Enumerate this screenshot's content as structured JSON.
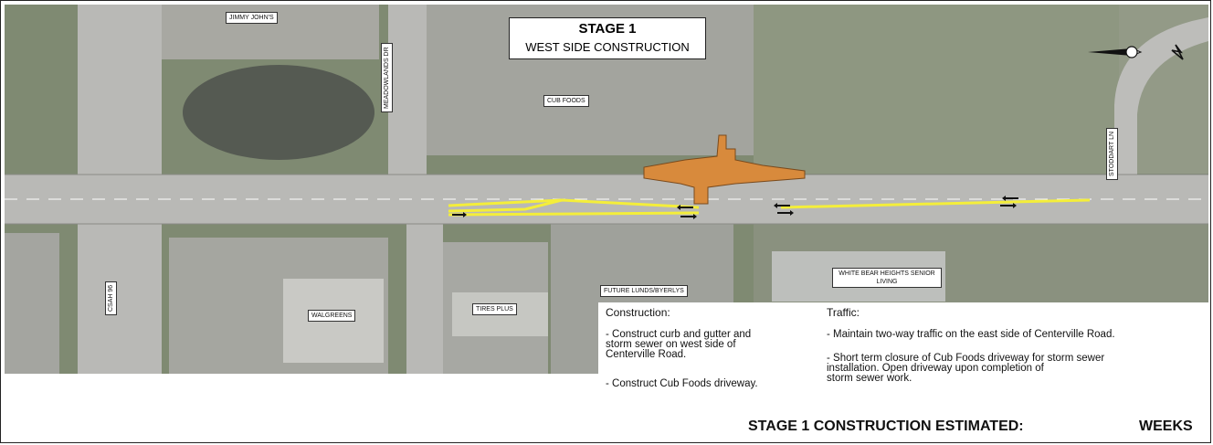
{
  "title": {
    "stage": "STAGE 1",
    "subtitle": "WEST SIDE CONSTRUCTION"
  },
  "map_labels": {
    "jimmy_johns": "JIMMY JOHN'S",
    "meadowlands_dr": "MEADOWLANDS DR",
    "cub_foods": "CUB FOODS",
    "csah_96": "CSAH 96",
    "walgreens": "WALGREENS",
    "tires_plus": "TIRES PLUS",
    "future_lunds": "FUTURE LUNDS/BYERLYS",
    "white_bear_heights": "WHITE BEAR HEIGHTS SENIOR LIVING",
    "stoddart_ln": "STODDART LN"
  },
  "notes": {
    "construction": {
      "heading": "Construction:",
      "items": [
        "- Construct curb and gutter and\n  storm sewer on west side of\n  Centerville Road.",
        "- Construct Cub Foods driveway."
      ]
    },
    "traffic": {
      "heading": "Traffic:",
      "items": [
        "- Maintain two-way traffic on the east side of Centerville Road.",
        "- Short term closure of Cub Foods driveway for storm sewer\n  installation. Open driveway upon completion of\n  storm sewer work."
      ]
    }
  },
  "footer": {
    "estimate_label": "STAGE 1 CONSTRUCTION ESTIMATED:",
    "weeks_label": "WEEKS"
  },
  "colors": {
    "aerial_green": "#7f8a72",
    "road": "#b9b9b6",
    "parking": "#9d9e98",
    "construction_zone": "#d88a3c",
    "traffic_line": "#f4ee3a"
  },
  "icons": {
    "north_arrow": "north-arrow-icon",
    "scale": "lightning-icon"
  }
}
